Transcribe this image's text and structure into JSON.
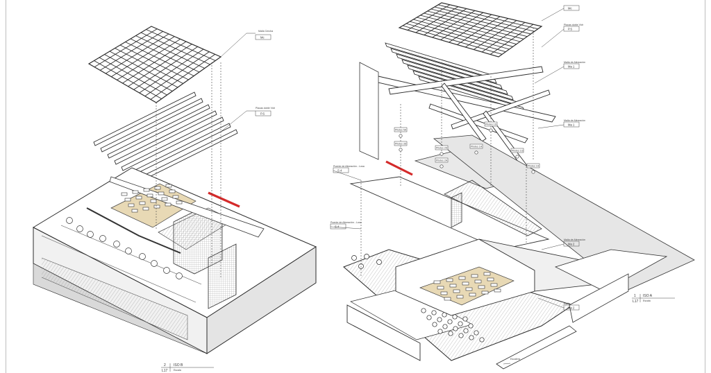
{
  "sheet": {
    "view_b": {
      "number": "2",
      "sheet": "L17",
      "title": "ISO B",
      "scale": "Escala"
    },
    "view_a": {
      "number": "1",
      "sheet": "L17",
      "title": "ISO A",
      "scale": "Escala"
    }
  },
  "left_tags": [
    {
      "name": "Malla Cercha",
      "code": "Mc"
    },
    {
      "name": "Placas doble Vidr",
      "code": "P.S"
    }
  ],
  "right_tags": [
    {
      "name": "",
      "code": "Mc"
    },
    {
      "name": "Placas doble Vidr",
      "code": "P.S"
    },
    {
      "name": "Malla de Alineación",
      "code": "Ma 1"
    },
    {
      "name": "Malla de Alineación",
      "code": "Ma 1"
    },
    {
      "name": "Puente de Alineación - Losa",
      "code": "S.4"
    },
    {
      "name": "Puente de Alineación - Losa",
      "code": "S.4"
    },
    {
      "name": "Malla de Alineación",
      "code": "Ma 2"
    },
    {
      "name": "Malla",
      "code": "Ma 2"
    },
    {
      "name": "Escalera",
      "code": ""
    }
  ],
  "column_tags": [
    "Pilotes 5A",
    "Pilotes 3D",
    "Pilotes 2A",
    "Pilotes 2D",
    "Pilotes 1A",
    "Pilotes 1D",
    "Pilotes 1G",
    "Pilotes 1H"
  ],
  "colors": {
    "line": "#2a2a2a",
    "accent": "#d42a2a",
    "floor": "#e8d9b5",
    "hatch": "#9a9a9a",
    "wall": "#f4f4f4"
  }
}
